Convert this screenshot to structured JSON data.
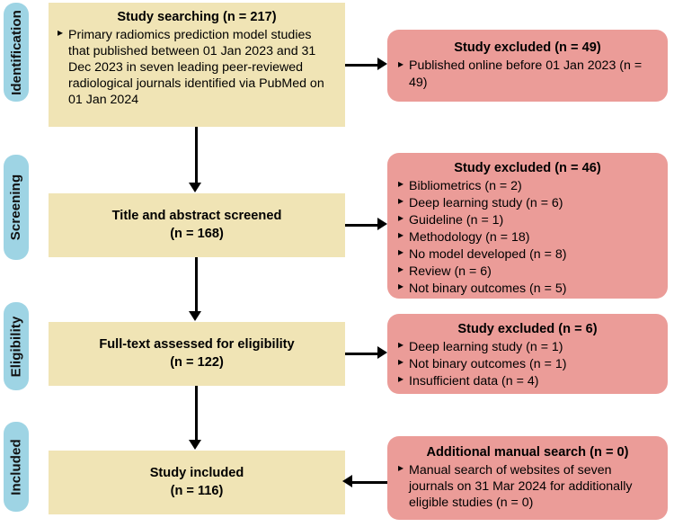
{
  "diagram": {
    "title": "PRISMA study selection flow diagram",
    "colors": {
      "stage_label_bg": "#9ed4e4",
      "flow_box_bg": "#f0e4b5",
      "excluded_box_bg": "#eb9c98",
      "connector": "#000000",
      "text": "#000000"
    }
  },
  "stages": [
    {
      "label": "Identification"
    },
    {
      "label": "Screening"
    },
    {
      "label": "Eligibility"
    },
    {
      "label": "Included"
    }
  ],
  "flow_boxes": [
    {
      "title": "Study searching (n = 217)",
      "bullets": [
        "Primary radiomics prediction model studies that published between 01 Jan 2023 and 31 Dec 2023 in seven leading peer-reviewed radiological journals identified via PubMed on 01 Jan 2024"
      ]
    },
    {
      "title": "Title and abstract screened",
      "subtitle": "(n = 168)"
    },
    {
      "title": "Full-text assessed for eligibility",
      "subtitle": "(n = 122)"
    },
    {
      "title": "Study included",
      "subtitle": "(n = 116)"
    }
  ],
  "excluded_boxes": [
    {
      "title": "Study excluded (n = 49)",
      "bullets": [
        "Published online before 01 Jan 2023 (n = 49)"
      ]
    },
    {
      "title": "Study excluded (n = 46)",
      "bullets": [
        "Bibliometrics (n = 2)",
        "Deep learning study  (n = 6)",
        "Guideline (n = 1)",
        "Methodology (n = 18)",
        "No model developed (n = 8)",
        "Review (n = 6)",
        "Not binary outcomes (n = 5)"
      ]
    },
    {
      "title": "Study excluded (n = 6)",
      "bullets": [
        "Deep learning study  (n = 1)",
        "Not binary outcomes (n = 1)",
        "Insufficient data (n = 4)"
      ]
    },
    {
      "title": "Additional manual search (n = 0)",
      "bullets": [
        "Manual search of websites of seven journals on 31 Mar 2024 for additionally eligible studies (n = 0)"
      ]
    }
  ]
}
